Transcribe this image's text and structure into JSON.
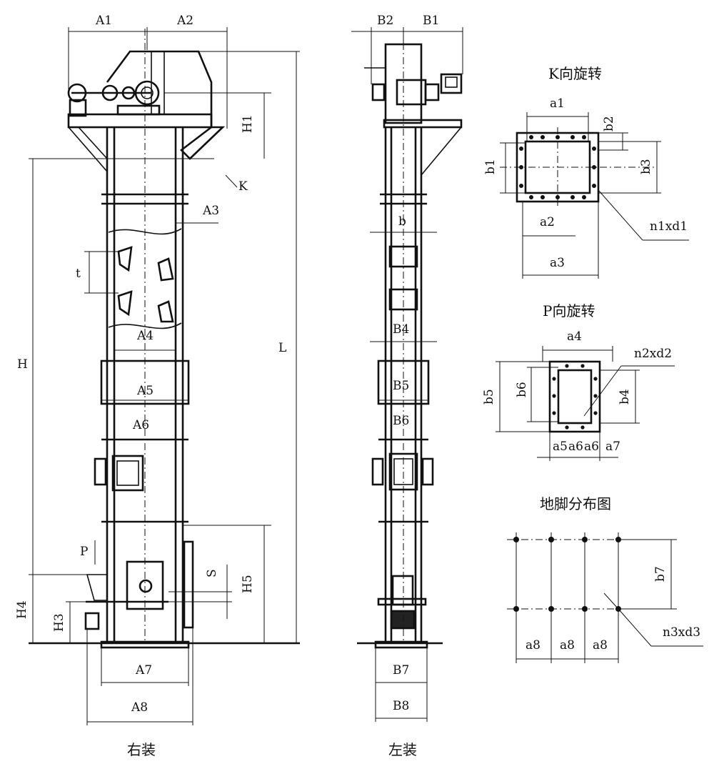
{
  "views": {
    "right_caption": "右装",
    "left_caption": "左装",
    "k_title": "K向旋转",
    "p_title": "P向旋转",
    "anchor_title": "地脚分布图"
  },
  "labels": {
    "A1": "A1",
    "A2": "A2",
    "A3": "A3",
    "A4": "A4",
    "A5": "A5",
    "A6": "A6",
    "A7": "A7",
    "A8": "A8",
    "B1": "B1",
    "B2": "B2",
    "B4": "B4",
    "B5": "B5",
    "B6": "B6",
    "B7": "B7",
    "B8": "B8",
    "H": "H",
    "H1": "H1",
    "H3": "H3",
    "H4": "H4",
    "H5": "H5",
    "L": "L",
    "K": "K",
    "P": "P",
    "S": "S",
    "t": "t",
    "b": "b",
    "a1": "a1",
    "a2": "a2",
    "a3": "a3",
    "a4": "a4",
    "a5": "a5",
    "a6": "a6",
    "a7": "a7",
    "a8": "a8",
    "b1": "b1",
    "b2": "b2",
    "b3": "b3",
    "b4": "b4",
    "b5": "b5",
    "b6": "b6",
    "b7": "b7",
    "n1xd1": "n1xd1",
    "n2xd2": "n2xd2",
    "n3xd3": "n3xd3"
  }
}
